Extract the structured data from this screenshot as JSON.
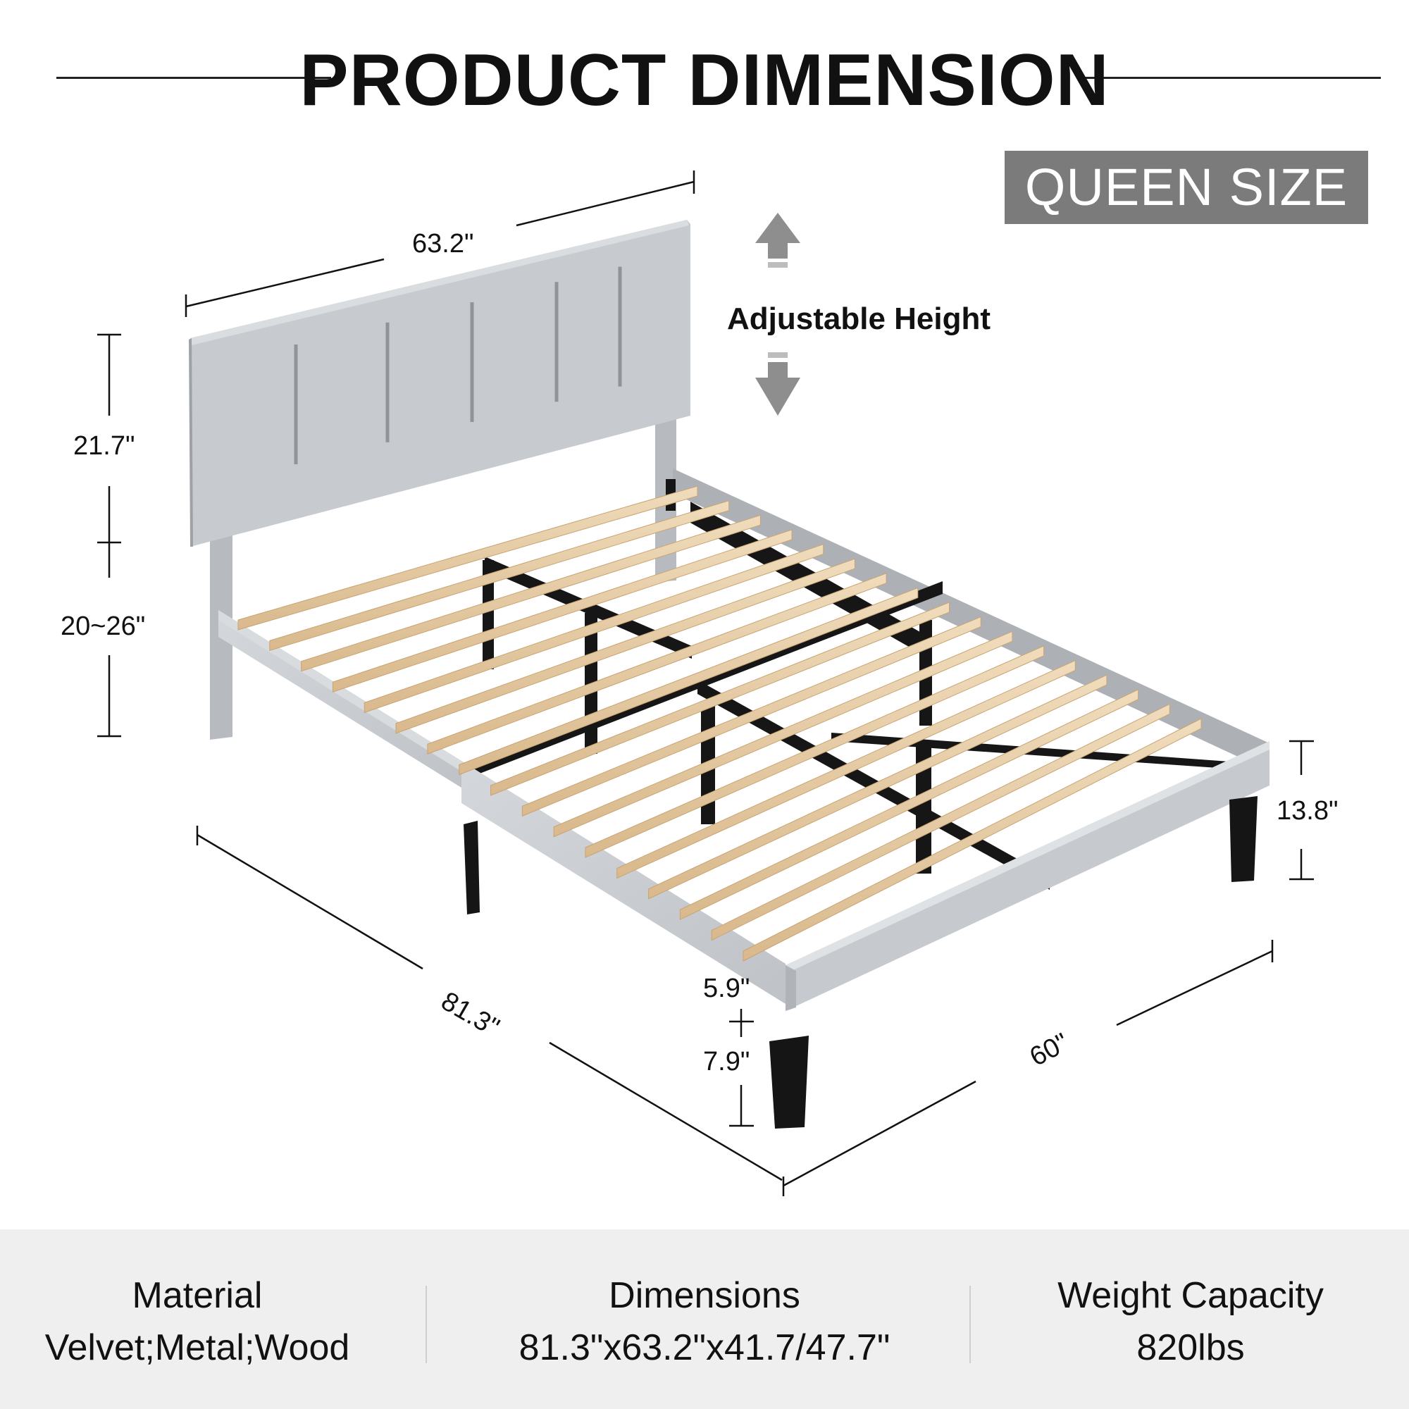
{
  "title": "PRODUCT DIMENSION",
  "badge": "QUEEN SIZE",
  "adjustable_label": "Adjustable Height",
  "dimensions": {
    "headboard_width": "63.2\"",
    "headboard_height": "21.7\"",
    "adjustable_range": "20~26\"",
    "length": "81.3\"",
    "width": "60\"",
    "side_height": "13.8\"",
    "frame_height": "5.9\"",
    "leg_height": "7.9\""
  },
  "specs": [
    {
      "label": "Material",
      "value": "Velvet;Metal;Wood"
    },
    {
      "label": "Dimensions",
      "value": "81.3\"x63.2\"x41.7/47.7\""
    },
    {
      "label": "Weight Capacity",
      "value": "820lbs"
    }
  ],
  "colors": {
    "upholstery": "#cdd0d4",
    "slat": "#e6c9a1",
    "metal": "#1a1a1a",
    "badge_bg": "#7b7b7b",
    "footer_bg": "#efefef"
  }
}
